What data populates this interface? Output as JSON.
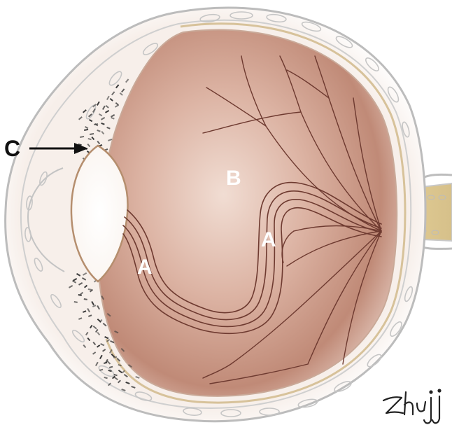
{
  "labels": {
    "a_upper": "A",
    "a_lower": "A",
    "b": "B",
    "c": "C"
  },
  "signature": "Zhujj",
  "colors": {
    "vitreous": "#c99a88",
    "vitreous_light": "#efd9cf",
    "sclera_stroke": "#b8b8b8",
    "lens_stroke": "#b58e6e",
    "optic_nerve": "#d9c48e",
    "vessel": "#6e3a30",
    "label_white": "#ffffff",
    "label_black": "#111111"
  }
}
